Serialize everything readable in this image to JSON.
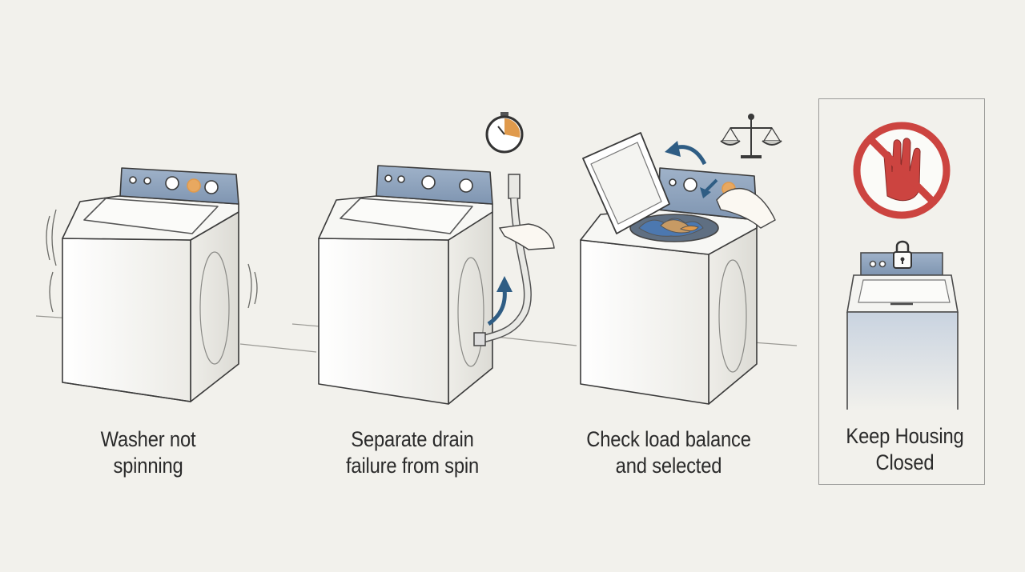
{
  "steps": [
    {
      "line1": "Washer not",
      "line2": "spinning"
    },
    {
      "line1": "Separate drain",
      "line2": "failure from spin"
    },
    {
      "line1": "Check load balance",
      "line2": "and selected"
    },
    {
      "line1": "Keep Housing",
      "line2": "Closed"
    }
  ],
  "icons": {
    "step1": [
      "shake-icon"
    ],
    "step2": [
      "stopwatch-icon",
      "drain-hose-icon",
      "arrow-up-icon",
      "hand-icon"
    ],
    "step3": [
      "balance-scale-icon",
      "lid-open-arrow-icon",
      "hand-icon",
      "laundry-load-icon"
    ],
    "step4": [
      "no-hand-prohibition-icon",
      "padlock-icon"
    ]
  },
  "colors": {
    "background": "#f2f1ec",
    "panel_blue": "#8fa3bd",
    "accent_orange": "#e09a4c",
    "prohibition_red": "#cc4440"
  }
}
